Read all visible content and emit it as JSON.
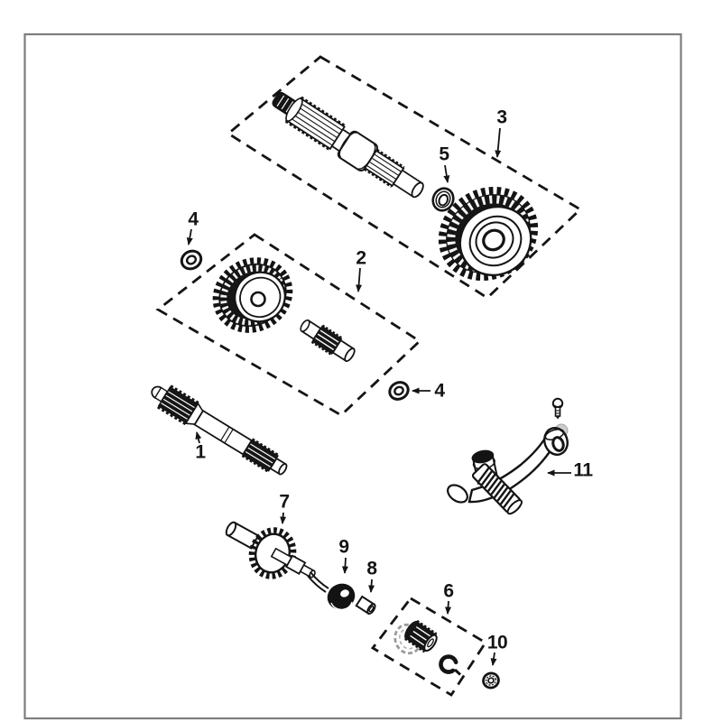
{
  "diagram": {
    "background": "#ffffff",
    "frame_color": "#7d7d7d",
    "line_color": "#141414",
    "ghost_color": "#c4c4c4",
    "callouts": [
      {
        "id": "1",
        "text": "1"
      },
      {
        "id": "2",
        "text": "2"
      },
      {
        "id": "3",
        "text": "3"
      },
      {
        "id": "4a",
        "text": "4"
      },
      {
        "id": "4b",
        "text": "4"
      },
      {
        "id": "5",
        "text": "5"
      },
      {
        "id": "6",
        "text": "6"
      },
      {
        "id": "7",
        "text": "7"
      },
      {
        "id": "8",
        "text": "8"
      },
      {
        "id": "9",
        "text": "9"
      },
      {
        "id": "10",
        "text": "10"
      },
      {
        "id": "11",
        "text": "11"
      }
    ]
  }
}
